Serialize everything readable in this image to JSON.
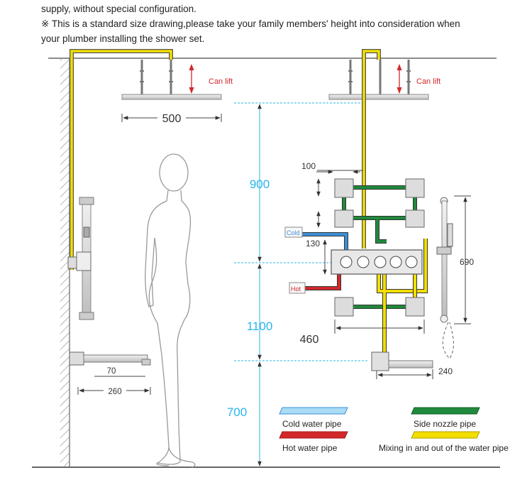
{
  "header": {
    "line1": "supply, without special configuration.",
    "line2": "※ This is a standard size drawing,please take your family members' height into consideration when",
    "line3": "your plumber installing the shower set."
  },
  "labels": {
    "can_lift": "Can lift",
    "cold": "Cold",
    "hot": "Hot"
  },
  "dimensions": {
    "d500": "500",
    "d900": "900",
    "d1100": "1100",
    "d700": "700",
    "d100": "100",
    "d130": "130",
    "d460": "460",
    "d690": "690",
    "d240": "240",
    "d70": "70",
    "d260": "260"
  },
  "legend": {
    "cold": "Cold water pipe",
    "hot": "Hot water pipe",
    "side": "Side nozzle pipe",
    "mix": "Mixing in and out of the water pipe"
  },
  "colors": {
    "cold": "#3a8fd6",
    "hot": "#d3292b",
    "side": "#1f8a3c",
    "mix": "#f2de00",
    "dim_blue": "#27b5e8"
  }
}
